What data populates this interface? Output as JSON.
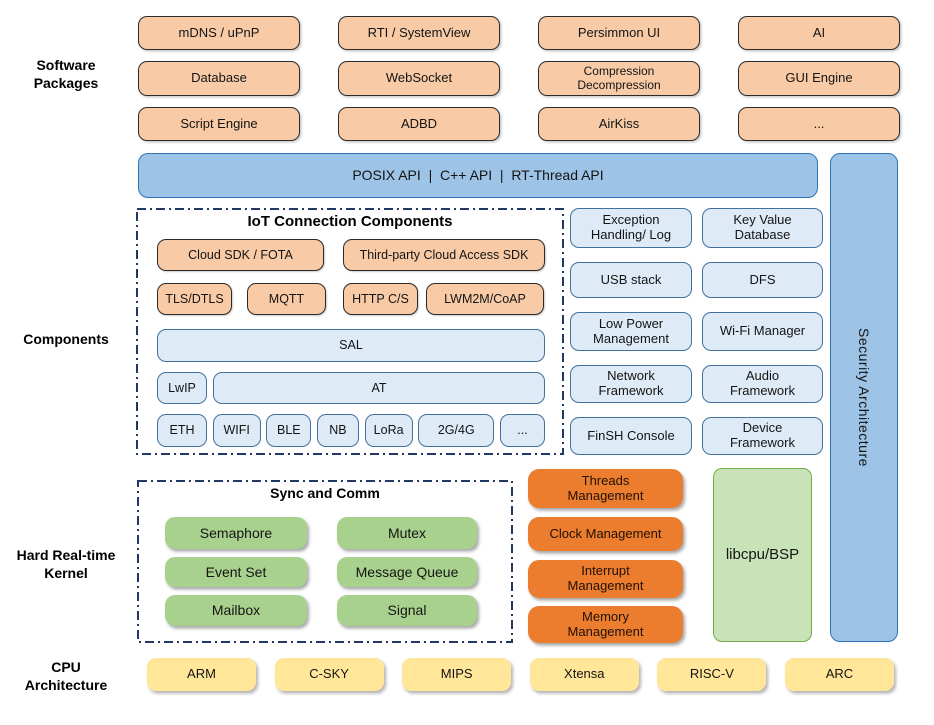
{
  "section_labels": {
    "software_packages": "Software\nPackages",
    "components": "Components",
    "kernel": "Hard Real-time\nKernel",
    "cpu": "CPU\nArchitecture"
  },
  "software_packages": {
    "items": [
      "mDNS / uPnP",
      "RTI / SystemView",
      "Persimmon UI",
      "AI",
      "Database",
      "WebSocket",
      "Compression\nDecompression",
      "GUI Engine",
      "Script Engine",
      "ADBD",
      "AirKiss",
      "..."
    ]
  },
  "api_bar": {
    "label": "POSIX API  |  C++ API  |  RT-Thread API"
  },
  "security_bar": {
    "label": "Security Architecture"
  },
  "iot": {
    "title": "IoT Connection Components",
    "cloud_row": [
      "Cloud SDK / FOTA",
      "Third-party Cloud Access SDK"
    ],
    "protocol_row": [
      "TLS/DTLS",
      "MQTT",
      "HTTP C/S",
      "LWM2M/CoAP"
    ],
    "sal": "SAL",
    "net_row": [
      "LwIP",
      "AT"
    ],
    "link_row": [
      "ETH",
      "WIFI",
      "BLE",
      "NB",
      "LoRa",
      "2G/4G",
      "..."
    ]
  },
  "component_boxes": {
    "items": [
      "Exception\nHandling/ Log",
      "Key Value\nDatabase",
      "USB stack",
      "DFS",
      "Low Power\nManagement",
      "Wi-Fi Manager",
      "Network\nFramework",
      "Audio\nFramework",
      "FinSH Console",
      "Device\nFramework"
    ]
  },
  "kernel": {
    "sync_title": "Sync and Comm",
    "sync_items": [
      "Semaphore",
      "Mutex",
      "Event Set",
      "Message Queue",
      "Mailbox",
      "Signal"
    ],
    "mgmt_items": [
      "Threads\nManagement",
      "Clock Management",
      "Interrupt\nManagement",
      "Memory\nManagement"
    ],
    "libcpu": "libcpu/BSP"
  },
  "cpu_row": {
    "items": [
      "ARM",
      "C-SKY",
      "MIPS",
      "Xtensa",
      "RISC-V",
      "ARC"
    ]
  },
  "colors": {
    "package_fill": "#F8CBA6",
    "api_fill": "#9DC3E6",
    "api_border": "#2E75B6",
    "component_fill": "#DEEBF7",
    "component_border": "#41719C",
    "sync_fill": "#A9D18E",
    "mgmt_fill": "#ED7D2E",
    "libcpu_fill": "#C9E3B8",
    "libcpu_border": "#70AD47",
    "cpu_fill": "#FFE699",
    "dashed_border": "#1F3864"
  }
}
